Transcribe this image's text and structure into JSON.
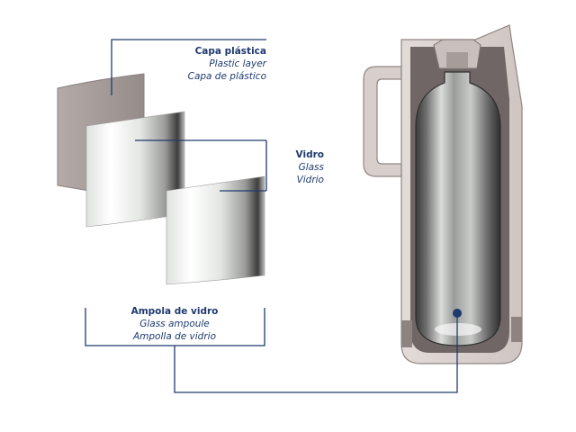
{
  "labels": {
    "plastic": {
      "title": "Capa plástica",
      "line1": "Plastic layer",
      "line2": "Capa de plástico"
    },
    "glass": {
      "title": "Vidro",
      "line1": "Glass",
      "line2": "Vidrio"
    },
    "ampoule": {
      "title": "Ampola de vidro",
      "line1": "Glass ampoule",
      "line2": "Ampolla de vidrio"
    }
  },
  "colors": {
    "leader": "#1f3a6e",
    "plastic_layer": "#a39a97",
    "bottle_body": "#dcd3d0",
    "bottle_wall": "#6f6665",
    "glass_light": "#eef0ee",
    "glass_dark": "#3c3c3c"
  }
}
